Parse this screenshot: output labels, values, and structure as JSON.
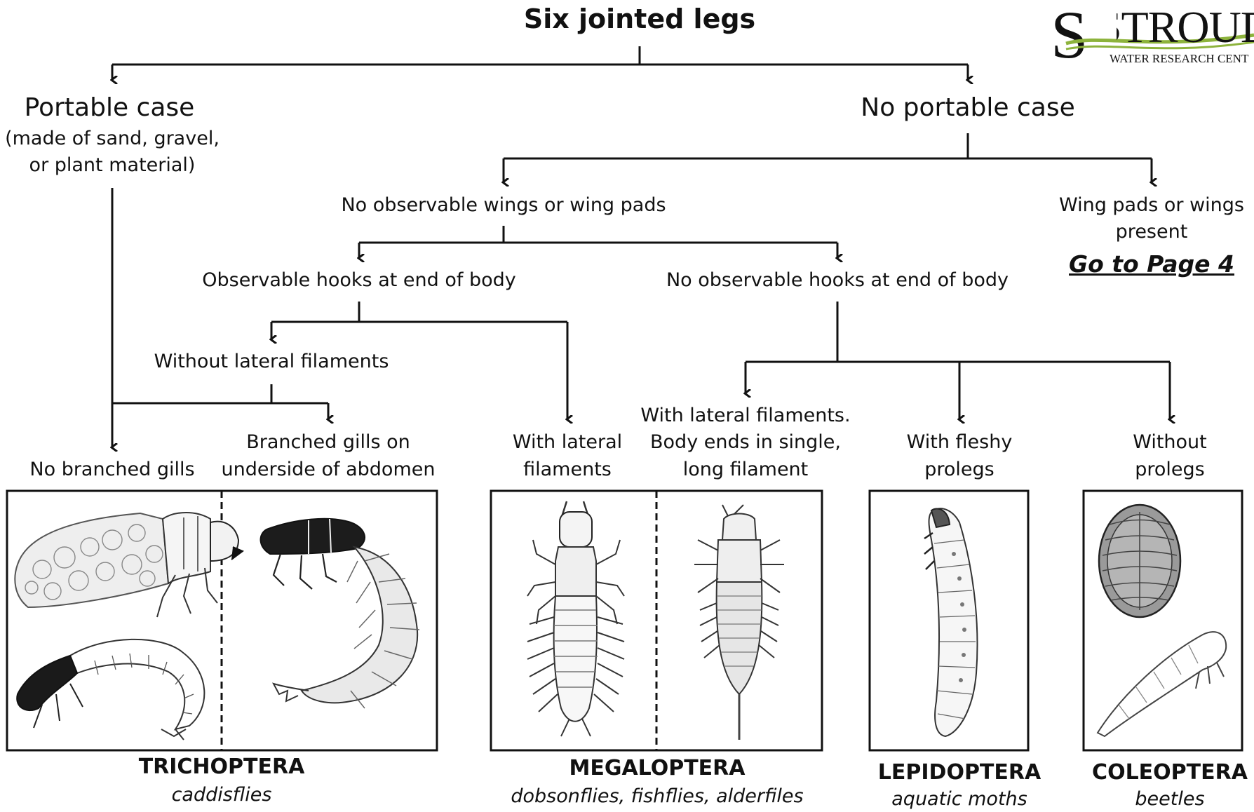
{
  "title": "Six jointed legs",
  "logo": {
    "text": "STROUD",
    "subtitle": "WATER RESEARCH CENT",
    "colors": {
      "wave": "#8db33c",
      "ink": "#111111"
    }
  },
  "nodes": {
    "portable_case": "Portable case",
    "portable_case_note_1": "(made of sand, gravel,",
    "portable_case_note_2": "or plant material)",
    "no_portable_case": "No portable case",
    "no_wings": "No observable wings or wing pads",
    "wing_pads_1": "Wing pads or wings",
    "wing_pads_2": "present",
    "go_to_page": "Go to Page 4",
    "hooks": "Observable hooks at end of body",
    "no_hooks": "No observable hooks at end of body",
    "without_lateral": "Without lateral filaments",
    "no_branched_gills": "No branched gills",
    "branched_gills_1": "Branched gills on",
    "branched_gills_2": "underside of abdomen",
    "with_lateral_1": "With lateral",
    "with_lateral_2": "filaments",
    "lateral_single_1": "With lateral filaments.",
    "lateral_single_2": "Body ends in single,",
    "lateral_single_3": "long filament",
    "fleshy_prolegs_1": "With fleshy",
    "fleshy_prolegs_2": "prolegs",
    "without_prolegs_1": "Without",
    "without_prolegs_2": "prolegs"
  },
  "orders": [
    {
      "name": "TRICHOPTERA",
      "common": "caddisflies"
    },
    {
      "name": "MEGALOPTERA",
      "common": "dobsonflies, fishflies, alderfiles"
    },
    {
      "name": "LEPIDOPTERA",
      "common": "aquatic moths"
    },
    {
      "name": "COLEOPTERA",
      "common": "beetles"
    }
  ]
}
